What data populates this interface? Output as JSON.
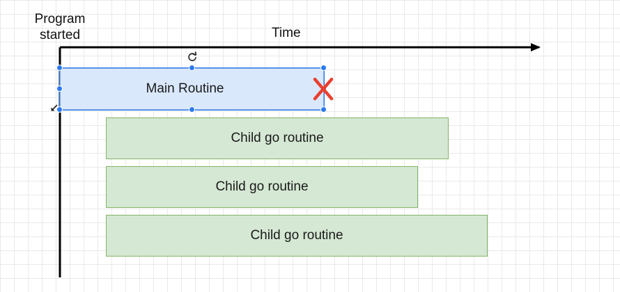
{
  "diagram": {
    "axis_labels": {
      "origin": "Program\nstarted",
      "time": "Time"
    },
    "main_routine": {
      "label": "Main Routine",
      "selected": true,
      "end_marker": "X",
      "end_marker_color": "#e8402f"
    },
    "child_routines": [
      {
        "label": "Child go routine"
      },
      {
        "label": "Child go routine"
      },
      {
        "label": "Child go routine"
      }
    ],
    "colors": {
      "main_fill": "#dae8fc",
      "main_border": "#7ea6e0",
      "child_fill": "#d5e8d4",
      "child_border": "#82b366",
      "selection": "#2b7bf0",
      "axis": "#000000"
    },
    "icons": {
      "rotate": "rotate-handle-icon",
      "resize": "resize-cursor-icon"
    }
  }
}
